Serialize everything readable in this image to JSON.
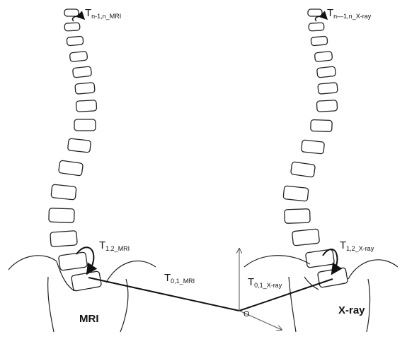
{
  "labels": {
    "t_top_left": {
      "main": "T",
      "sub": "n-1,n_MRI"
    },
    "t_top_right": {
      "main": "T",
      "sub": "n—1,n_X-ray"
    },
    "t12_left": {
      "main": "T",
      "sub": "1,2_MRI"
    },
    "t12_right": {
      "main": "T",
      "sub": "1,2_X-ray"
    },
    "t01_left": {
      "main": "T",
      "sub": "0,1_MRI"
    },
    "t01_right": {
      "main": "T",
      "sub": "0,1_X-ray"
    },
    "origin": "O",
    "left_caption": "MRI",
    "right_caption": "X-ray"
  },
  "colors": {
    "stroke": "#222222",
    "arrow": "#555555"
  }
}
